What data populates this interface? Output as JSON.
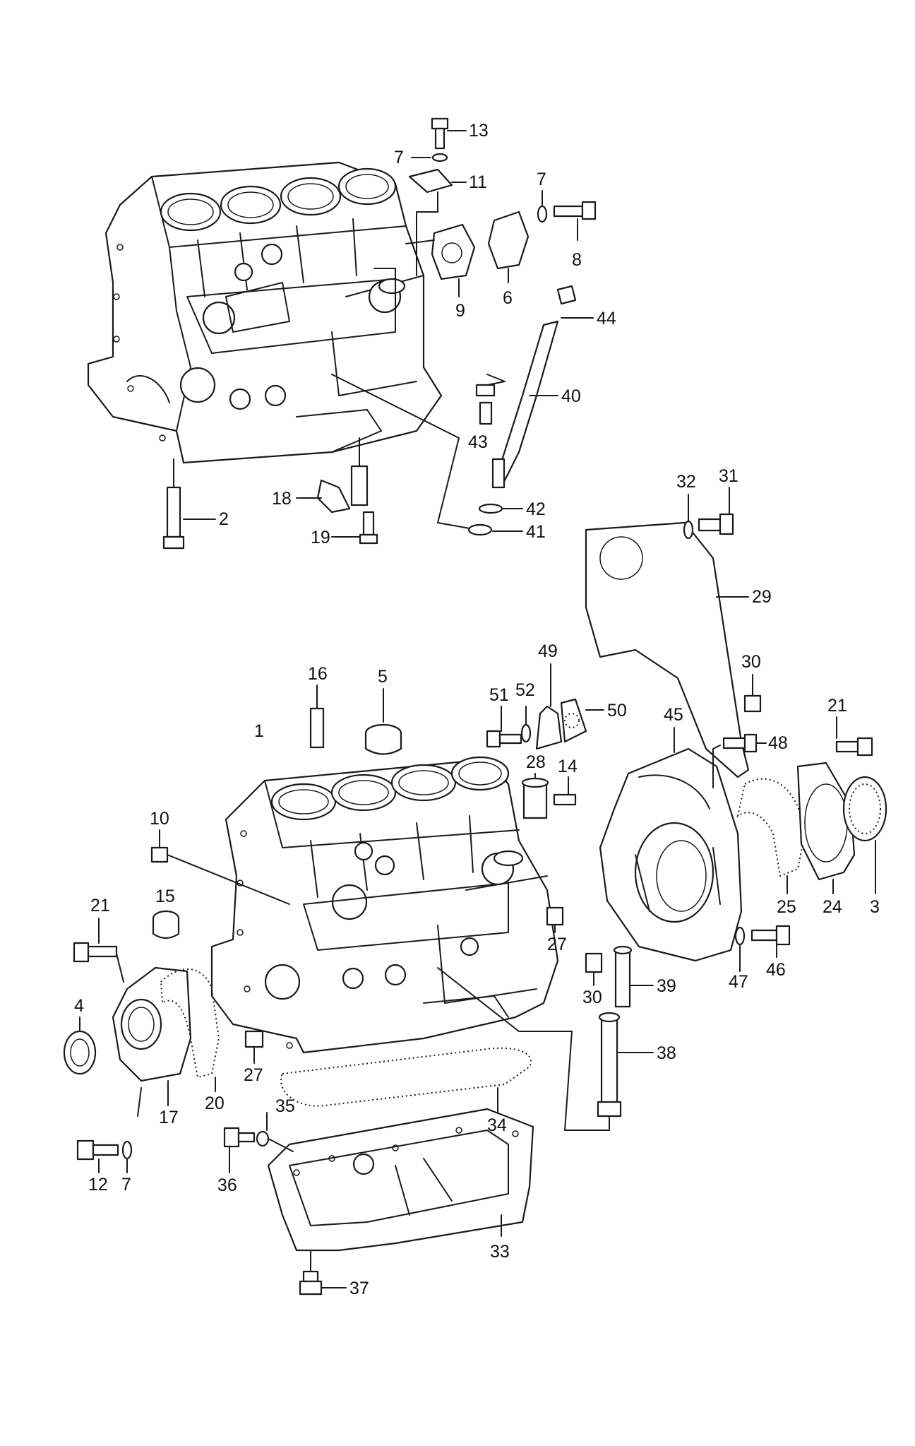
{
  "callouts": [
    {
      "id": "c13a",
      "label": "13"
    },
    {
      "id": "c7a",
      "label": "7"
    },
    {
      "id": "c11",
      "label": "11"
    },
    {
      "id": "c7b",
      "label": "7"
    },
    {
      "id": "c8",
      "label": "8"
    },
    {
      "id": "c9",
      "label": "9"
    },
    {
      "id": "c6",
      "label": "6"
    },
    {
      "id": "c44",
      "label": "44"
    },
    {
      "id": "c40",
      "label": "40"
    },
    {
      "id": "c43",
      "label": "43"
    },
    {
      "id": "c2",
      "label": "2"
    },
    {
      "id": "c18",
      "label": "18"
    },
    {
      "id": "c19",
      "label": "19"
    },
    {
      "id": "c42",
      "label": "42"
    },
    {
      "id": "c41",
      "label": "41"
    },
    {
      "id": "c32",
      "label": "32"
    },
    {
      "id": "c31",
      "label": "31"
    },
    {
      "id": "c29",
      "label": "29"
    },
    {
      "id": "c30a",
      "label": "30"
    },
    {
      "id": "c49",
      "label": "49"
    },
    {
      "id": "c16",
      "label": "16"
    },
    {
      "id": "c5",
      "label": "5"
    },
    {
      "id": "c51",
      "label": "51"
    },
    {
      "id": "c52",
      "label": "52"
    },
    {
      "id": "c50",
      "label": "50"
    },
    {
      "id": "c45",
      "label": "45"
    },
    {
      "id": "c48",
      "label": "48"
    },
    {
      "id": "c21a",
      "label": "21"
    },
    {
      "id": "c1",
      "label": "1"
    },
    {
      "id": "c28",
      "label": "28"
    },
    {
      "id": "c14",
      "label": "14"
    },
    {
      "id": "c10",
      "label": "10"
    },
    {
      "id": "c25",
      "label": "25"
    },
    {
      "id": "c24",
      "label": "24"
    },
    {
      "id": "c3",
      "label": "3"
    },
    {
      "id": "c21b",
      "label": "21"
    },
    {
      "id": "c15",
      "label": "15"
    },
    {
      "id": "c27a",
      "label": "27"
    },
    {
      "id": "c46",
      "label": "46"
    },
    {
      "id": "c47",
      "label": "47"
    },
    {
      "id": "c4",
      "label": "4"
    },
    {
      "id": "c30b",
      "label": "30"
    },
    {
      "id": "c39",
      "label": "39"
    },
    {
      "id": "c27b",
      "label": "27"
    },
    {
      "id": "c38",
      "label": "38"
    },
    {
      "id": "c20",
      "label": "20"
    },
    {
      "id": "c17",
      "label": "17"
    },
    {
      "id": "c34",
      "label": "34"
    },
    {
      "id": "c35",
      "label": "35"
    },
    {
      "id": "c12",
      "label": "12"
    },
    {
      "id": "c7c",
      "label": "7"
    },
    {
      "id": "c36",
      "label": "36"
    },
    {
      "id": "c33",
      "label": "33"
    },
    {
      "id": "c37",
      "label": "37"
    }
  ]
}
